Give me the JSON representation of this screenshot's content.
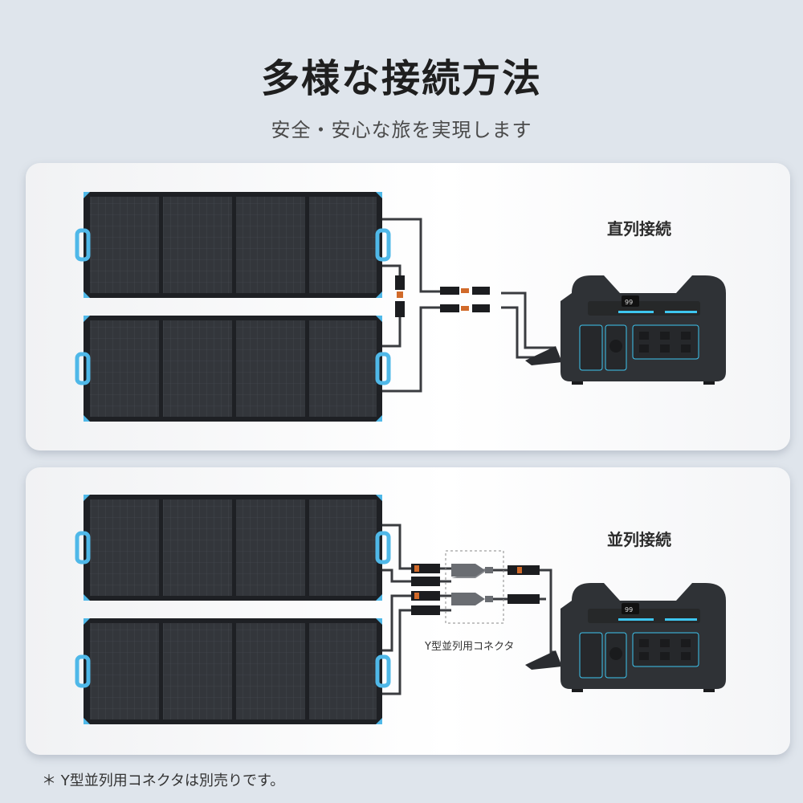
{
  "header": {
    "title": "多様な接続方法",
    "subtitle": "安全・安心な旅を実現します"
  },
  "series_panel": {
    "label": "直列接続"
  },
  "parallel_panel": {
    "label": "並列接続",
    "connector_caption": "Y型並列用コネクタ"
  },
  "footnote": "＊ Y型並列用コネクタは別売りです。",
  "colors": {
    "panel_cell": "#2e3136",
    "panel_frame": "#1e2024",
    "accent_handle": "#4fb8e8",
    "cable": "#3a3c40",
    "station_body": "#2f3236",
    "station_accent": "#3ec6f0"
  }
}
